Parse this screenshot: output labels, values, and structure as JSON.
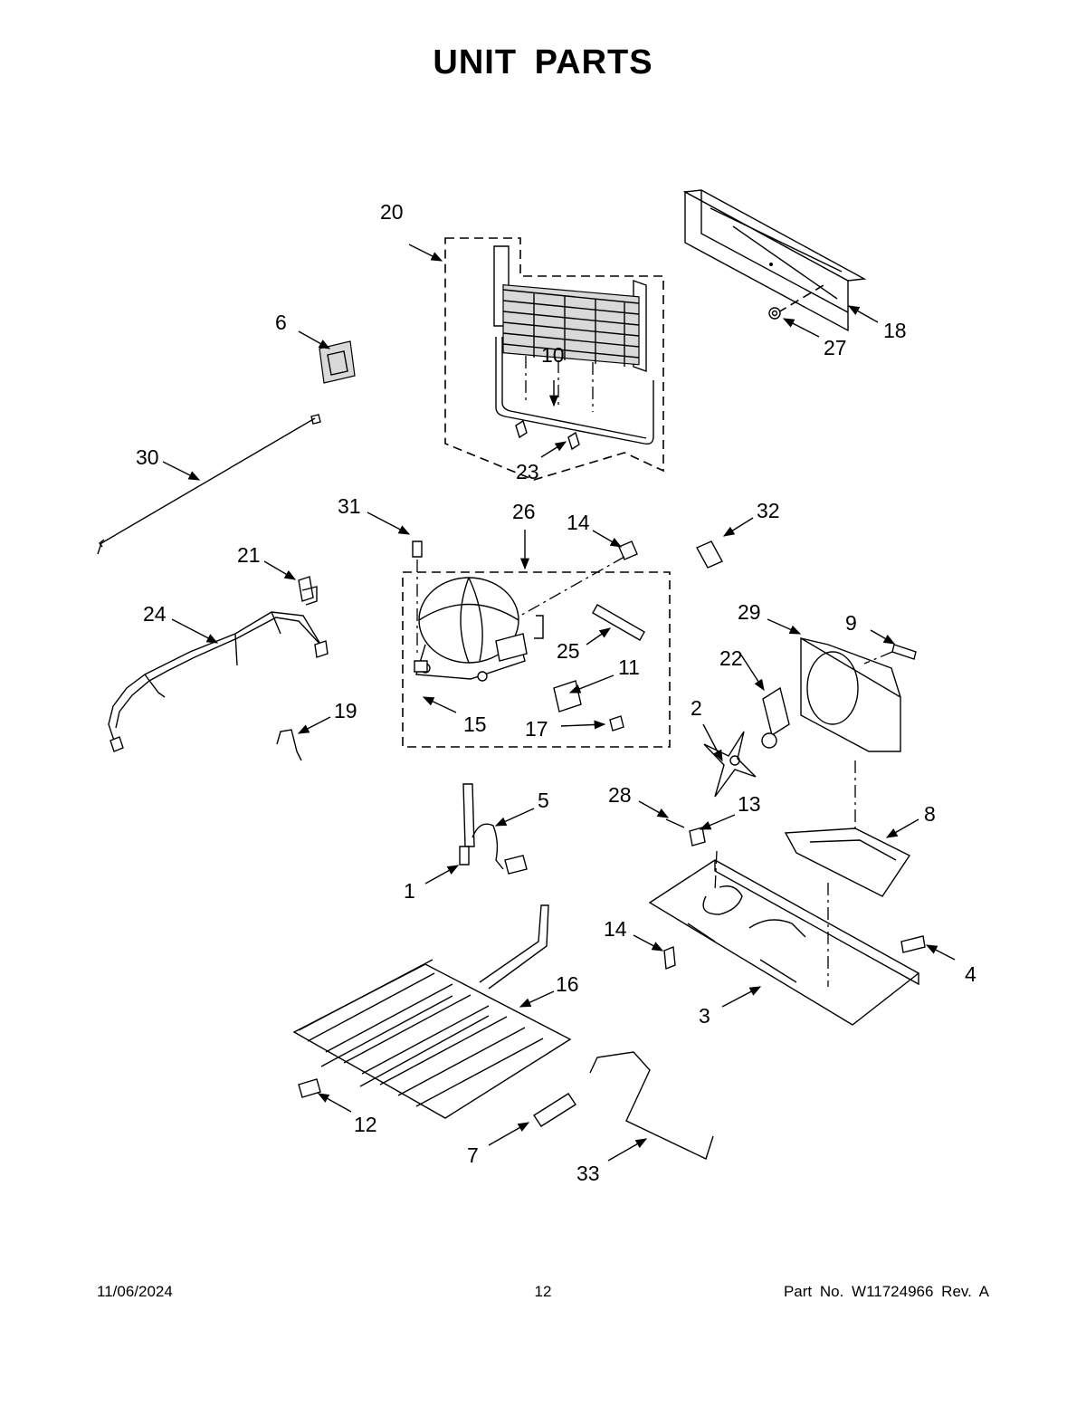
{
  "page": {
    "title": "UNIT PARTS",
    "footer_date": "11/06/2024",
    "footer_page": "12",
    "footer_part": "Part No.  W11724966  Rev.  A"
  },
  "callouts": {
    "c1": "1",
    "c2": "2",
    "c3": "3",
    "c4": "4",
    "c5": "5",
    "c6": "6",
    "c7": "7",
    "c8": "8",
    "c9": "9",
    "c10": "10",
    "c11": "11",
    "c12": "12",
    "c13": "13",
    "c14a": "14",
    "c14b": "14",
    "c15": "15",
    "c16": "16",
    "c17": "17",
    "c18": "18",
    "c19": "19",
    "c20": "20",
    "c21": "21",
    "c22": "22",
    "c23": "23",
    "c24": "24",
    "c25": "25",
    "c26": "26",
    "c27": "27",
    "c28": "28",
    "c29": "29",
    "c30": "30",
    "c31": "31",
    "c32": "32",
    "c33": "33"
  }
}
